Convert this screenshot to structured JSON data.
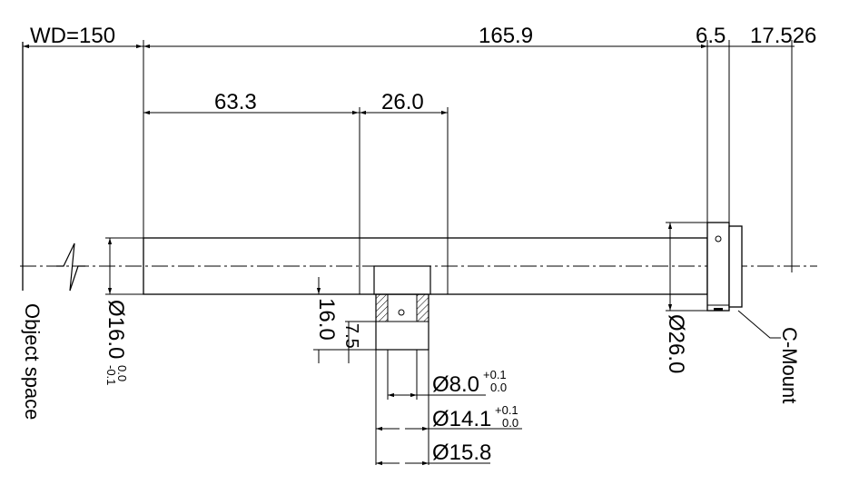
{
  "drawing": {
    "dims": {
      "wd": "WD=150",
      "total_length": "165.9",
      "cmount_gap": "6.5",
      "flange_back": "17.526",
      "front_section": "63.3",
      "port_width": "26.0",
      "port_height": "16.0",
      "port_offset": "7.5",
      "main_diameter": "Ø16.0",
      "main_tol_upper": "0.0",
      "main_tol_lower": "-0.1",
      "rear_diameter": "Ø26.0",
      "inner_bore": "Ø8.0",
      "inner_bore_tol_upper": "+0.1",
      "inner_bore_tol_lower": "0.0",
      "thread_dia": "Ø14.1",
      "thread_dia_tol_upper": "+0.1",
      "thread_dia_tol_lower": "0.0",
      "port_outer": "Ø15.8"
    },
    "labels": {
      "object_space": "Object space",
      "c_mount": "C-Mount"
    }
  }
}
